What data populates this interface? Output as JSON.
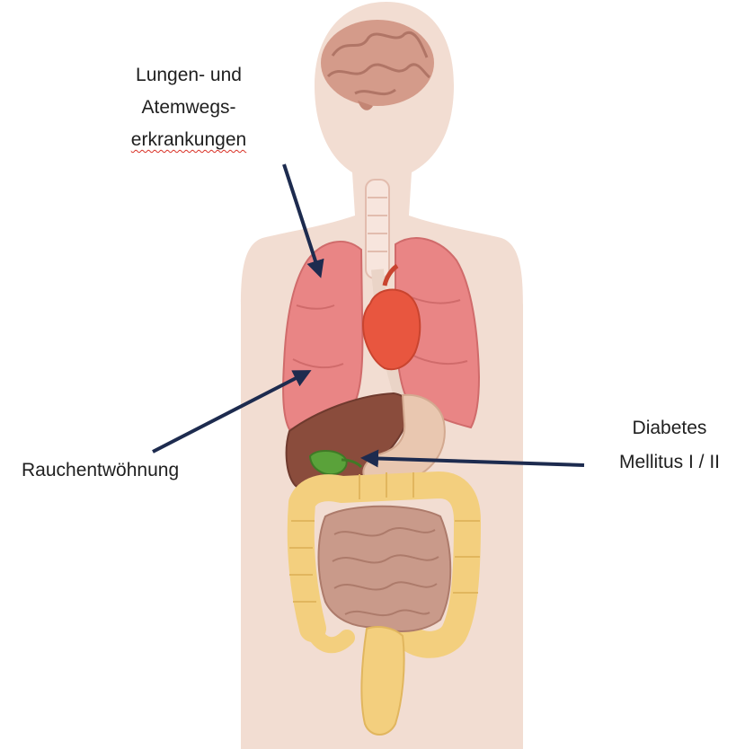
{
  "labels": {
    "lungs_line1": "Lungen- und",
    "lungs_line2": "Atemwegs-",
    "lungs_line3": "erkrankungen",
    "smoking": "Rauchentwöhnung",
    "diabetes_line1": "Diabetes",
    "diabetes_line2": "Mellitus I / II"
  },
  "colors": {
    "body_silhouette": "#f2ddd2",
    "lung": "#e98585",
    "heart": "#e8563f",
    "liver": "#8a4c3c",
    "stomach": "#e9c7b0",
    "large_intestine": "#f3cf7e",
    "small_intestine": "#c99a8a",
    "brain": "#d49b8a",
    "arrow": "#1d2b4f",
    "spellcheck_underline": "#d93025"
  }
}
